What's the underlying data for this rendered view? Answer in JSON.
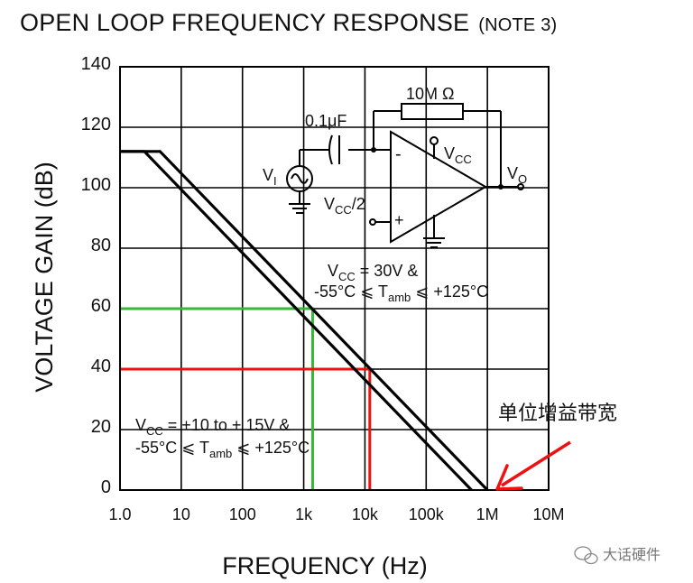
{
  "chart_data": {
    "type": "line",
    "title": "OPEN LOOP FREQUENCY RESPONSE",
    "title_note": "(NOTE 3)",
    "xlabel": "FREQUENCY (Hz)",
    "ylabel": "VOLTAGE GAIN (dB)",
    "x_scale": "log",
    "xlim": [
      1,
      10000000
    ],
    "ylim": [
      0,
      140
    ],
    "x_ticks": [
      1,
      10,
      100,
      1000,
      10000,
      100000,
      1000000,
      10000000
    ],
    "x_tick_labels": [
      "1.0",
      "10",
      "100",
      "1k",
      "10k",
      "100k",
      "1M",
      "10M"
    ],
    "y_ticks": [
      0,
      20,
      40,
      60,
      80,
      100,
      120,
      140
    ],
    "y_tick_labels": [
      "0",
      "20",
      "40",
      "60",
      "80",
      "100",
      "120",
      "140"
    ],
    "grid": true,
    "series": [
      {
        "color": "#000000",
        "x": [
          1,
          2.5,
          550000
        ],
        "y": [
          112,
          112,
          0
        ]
      },
      {
        "color": "#000000",
        "x": [
          1,
          4.5,
          1000000
        ],
        "y": [
          112,
          112,
          0
        ]
      }
    ],
    "markers": [
      {
        "color": "#33bb33",
        "x": 1400,
        "y": 60
      },
      {
        "color": "#ee1111",
        "x": 12000,
        "y": 40
      }
    ],
    "annotations": {
      "cond_top_line1_main": "V",
      "cond_top_line1_sub": "CC",
      "cond_top_line1_rest": " = 30V &",
      "cond_top_line2_a": "-55°C ⩽ T",
      "cond_top_line2_sub": "amb",
      "cond_top_line2_b": " ⩽ +125°C",
      "cond_bot_line1_main": "V",
      "cond_bot_line1_sub": "CC",
      "cond_bot_line1_rest": " = +10 to + 15V &",
      "cond_bot_line2_a": "-55°C ⩽ T",
      "cond_bot_line2_sub": "amb",
      "cond_bot_line2_b": " ⩽ +125°C",
      "unity_gain_label": "单位增益带宽",
      "unity_arrow_color": "#ee1111"
    },
    "circuit": {
      "resistor_label": "10M Ω",
      "cap_label": "0.1μF",
      "vi_main": "V",
      "vi_sub": "I",
      "vcc_main": "V",
      "vcc_sub": "CC",
      "vcc2_main": "V",
      "vcc2_sub": "CC",
      "vcc2_rest": "/2",
      "vo_main": "V",
      "vo_sub": "O",
      "minus": "-",
      "plus": "+"
    }
  },
  "watermark": {
    "text": "大话硬件"
  }
}
